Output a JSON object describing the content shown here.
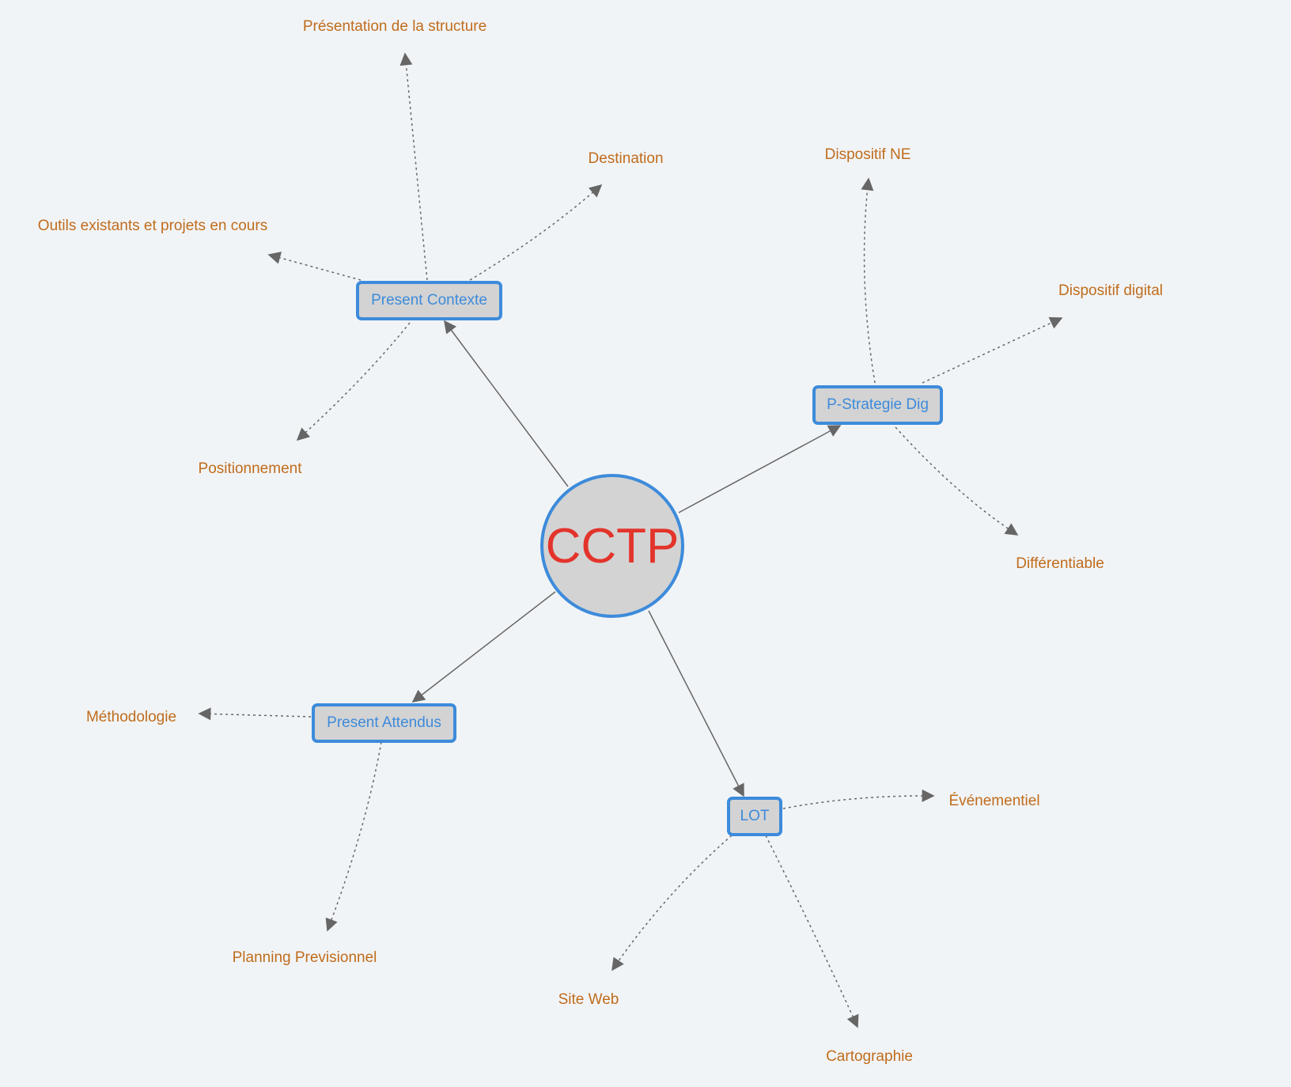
{
  "root": {
    "label": "CCTP"
  },
  "colors": {
    "background": "#f1f4f7",
    "node_fill": "#d3d3d3",
    "node_border": "#3d8bdb",
    "branch_text": "#3d8bdb",
    "root_text": "#e3342b",
    "leaf_text": "#c06c1c",
    "edge": "#666666"
  },
  "branches": [
    {
      "id": "present-contexte",
      "label": "Present Contexte",
      "leaves": [
        {
          "id": "presentation-structure",
          "label": "Présentation de la structure"
        },
        {
          "id": "destination",
          "label": "Destination"
        },
        {
          "id": "outils-existants",
          "label": "Outils existants et projets en cours"
        },
        {
          "id": "positionnement",
          "label": "Positionnement"
        }
      ]
    },
    {
      "id": "p-strategie-dig",
      "label": "P-Strategie Dig",
      "leaves": [
        {
          "id": "dispositif-ne",
          "label": "Dispositif NE"
        },
        {
          "id": "dispositif-digital",
          "label": "Dispositif digital"
        },
        {
          "id": "differentiable",
          "label": "Différentiable"
        }
      ]
    },
    {
      "id": "present-attendus",
      "label": "Present Attendus",
      "leaves": [
        {
          "id": "methodologie",
          "label": "Méthodologie"
        },
        {
          "id": "planning-previsionnel",
          "label": "Planning Previsionnel"
        }
      ]
    },
    {
      "id": "lot",
      "label": "LOT",
      "leaves": [
        {
          "id": "evenementiel",
          "label": "Événementiel"
        },
        {
          "id": "site-web",
          "label": "Site Web"
        },
        {
          "id": "cartographie",
          "label": "Cartographie"
        }
      ]
    }
  ]
}
